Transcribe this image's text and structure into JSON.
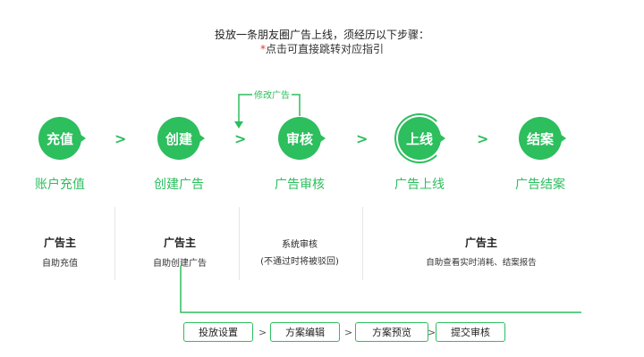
{
  "header": {
    "line1": "投放一条朋友圈广告上线，须经历以下步骤：",
    "asterisk": "*",
    "line2": "点击可直接跳转对应指引"
  },
  "edit_label": "修改广告",
  "steps": [
    {
      "circle": "充值",
      "label": "账户充值"
    },
    {
      "circle": "创建",
      "label": "创建广告"
    },
    {
      "circle": "审核",
      "label": "广告审核"
    },
    {
      "circle": "上线",
      "label": "广告上线"
    },
    {
      "circle": "结案",
      "label": "广告结案"
    }
  ],
  "chevron": ">",
  "columns": [
    {
      "title": "广告主",
      "sub": "自助充值"
    },
    {
      "title": "广告主",
      "sub": "自助创建广告"
    },
    {
      "title": "系统审核",
      "sub": "(不通过时将被驳回)"
    },
    {
      "title": "广告主",
      "sub": "自助查看实时消耗、结案报告"
    }
  ],
  "substeps": [
    "投放设置",
    "方案编辑",
    "方案预览",
    "提交审核"
  ],
  "substep_sep": ">",
  "colors": {
    "accent": "#2dbe5e",
    "asterisk": "#e53935"
  }
}
